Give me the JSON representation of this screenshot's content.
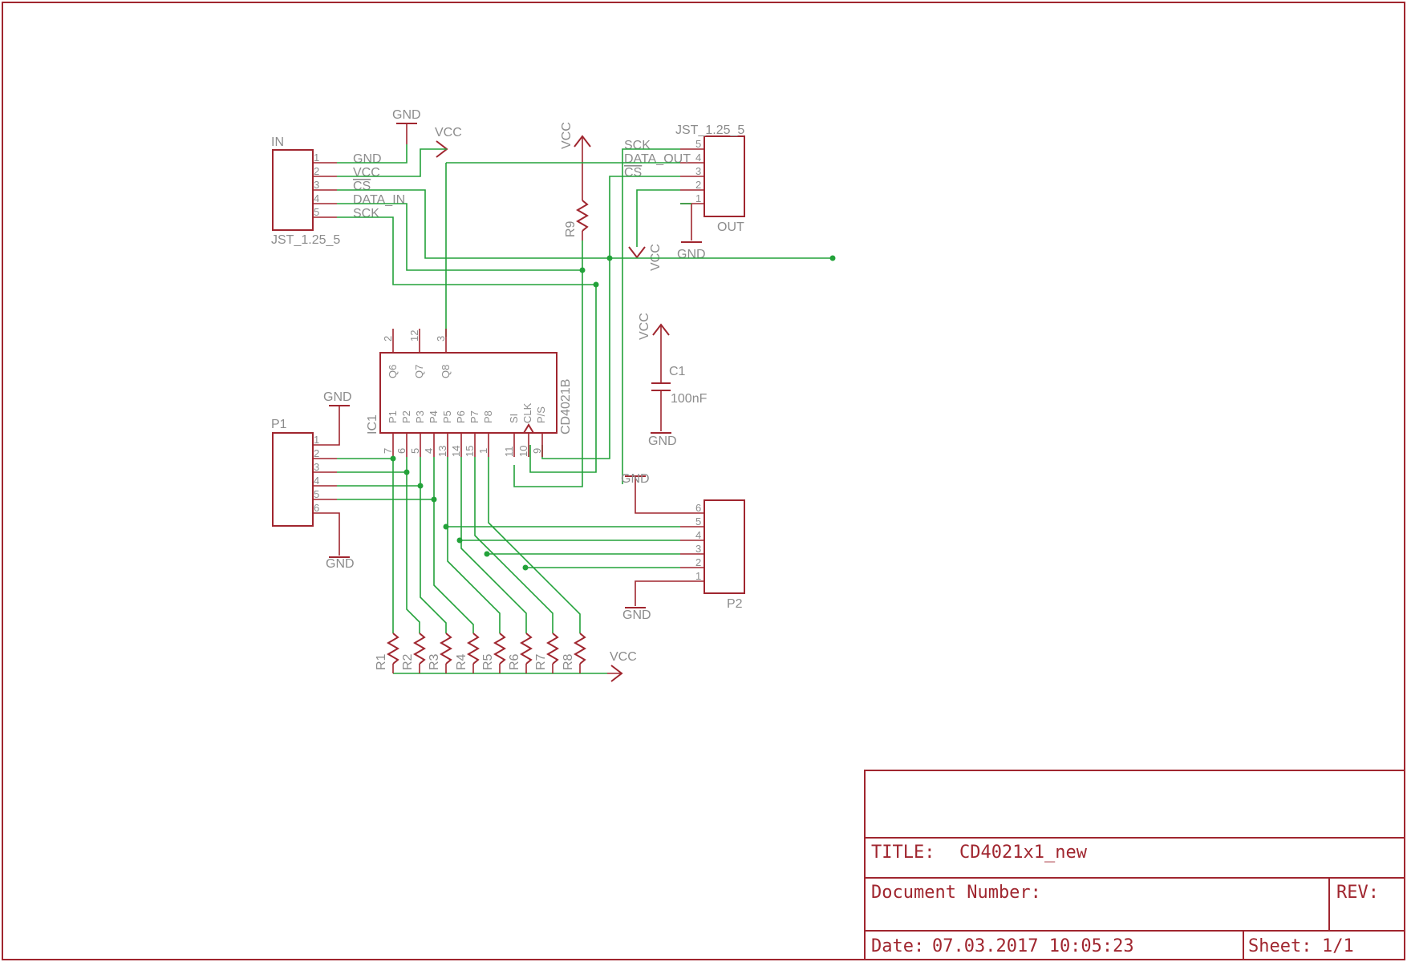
{
  "title_block": {
    "title_label": "TITLE:",
    "title_value": "CD4021x1_new",
    "document_number_label": "Document Number:",
    "rev_label": "REV:",
    "date_label": "Date:",
    "date_value": "07.03.2017 10:05:23",
    "sheet_label": "Sheet:",
    "sheet_value": "1/1"
  },
  "connector_in": {
    "name": "IN",
    "part": "JST_1.25_5",
    "pins": [
      "1",
      "2",
      "3",
      "4",
      "5"
    ],
    "nets": [
      "GND",
      "VCC",
      "CS",
      "DATA_IN",
      "SCK"
    ]
  },
  "connector_out": {
    "name": "OUT",
    "part": "JST_1.25_5",
    "pins": [
      "5",
      "4",
      "3",
      "2",
      "1"
    ],
    "nets": [
      "SCK",
      "DATA_OUT",
      "CS"
    ]
  },
  "connector_p1": {
    "name": "P1",
    "pins": [
      "1",
      "2",
      "3",
      "4",
      "5",
      "6"
    ]
  },
  "connector_p2": {
    "name": "P2",
    "pins": [
      "6",
      "5",
      "4",
      "3",
      "2",
      "1"
    ]
  },
  "ic1": {
    "name": "IC1",
    "part": "CD4021B",
    "top_pin_numbers": [
      "2",
      "12",
      "3"
    ],
    "top_pin_names": [
      "Q6",
      "Q7",
      "Q8"
    ],
    "bottom_pin_names": [
      "P1",
      "P2",
      "P3",
      "P4",
      "P5",
      "P6",
      "P7",
      "P8",
      "SI",
      "CLK",
      "P/S"
    ],
    "bottom_pin_numbers": [
      "7",
      "6",
      "5",
      "4",
      "13",
      "14",
      "15",
      "1",
      "11",
      "10",
      "9"
    ]
  },
  "capacitor": {
    "name": "C1",
    "value": "100nF"
  },
  "resistors": [
    "R1",
    "R2",
    "R3",
    "R4",
    "R5",
    "R6",
    "R7",
    "R8"
  ],
  "pullup": {
    "name": "R9"
  },
  "power": {
    "gnd": "GND",
    "vcc": "VCC"
  }
}
